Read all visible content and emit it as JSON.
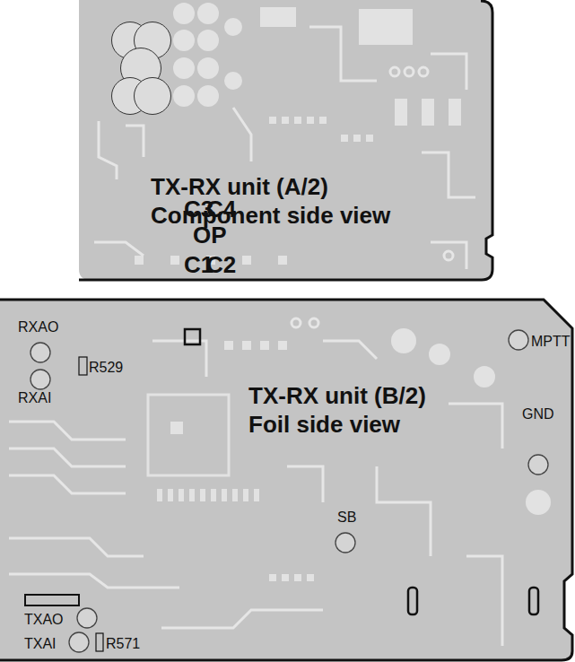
{
  "diagram": {
    "nodes": [
      {
        "text": [
          "TX-RX unit (A/2)",
          "Component side view"
        ]
      },
      {
        "text": [
          "C3"
        ],
        "in": 0
      },
      {
        "text": [
          "C4"
        ],
        "in": 0
      },
      {
        "text": [
          "OP"
        ],
        "in": 0
      },
      {
        "text": [
          "C1"
        ],
        "in": 0
      },
      {
        "text": [
          "C2"
        ],
        "in": 0
      },
      {
        "text": [
          "TX-RX unit (B/2)",
          "Foil side view"
        ]
      }
    ],
    "labels": [
      "RXAO",
      "R529",
      "RXAI",
      "MPTT",
      "GND",
      "SB",
      "TXAO",
      "TXAI",
      "R571"
    ]
  }
}
